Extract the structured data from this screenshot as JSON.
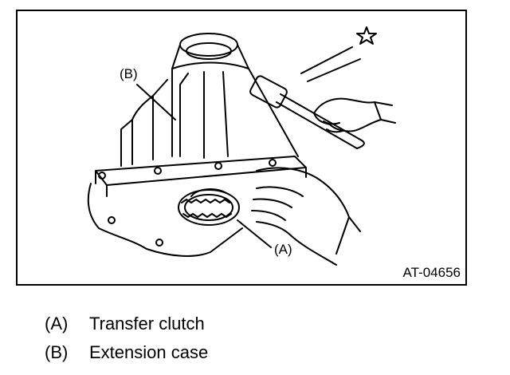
{
  "figure": {
    "id": "AT-04656",
    "callouts": {
      "a": "(A)",
      "b": "(B)"
    }
  },
  "legend": [
    {
      "key": "(A)",
      "text": "Transfer clutch"
    },
    {
      "key": "(B)",
      "text": "Extension case"
    }
  ]
}
